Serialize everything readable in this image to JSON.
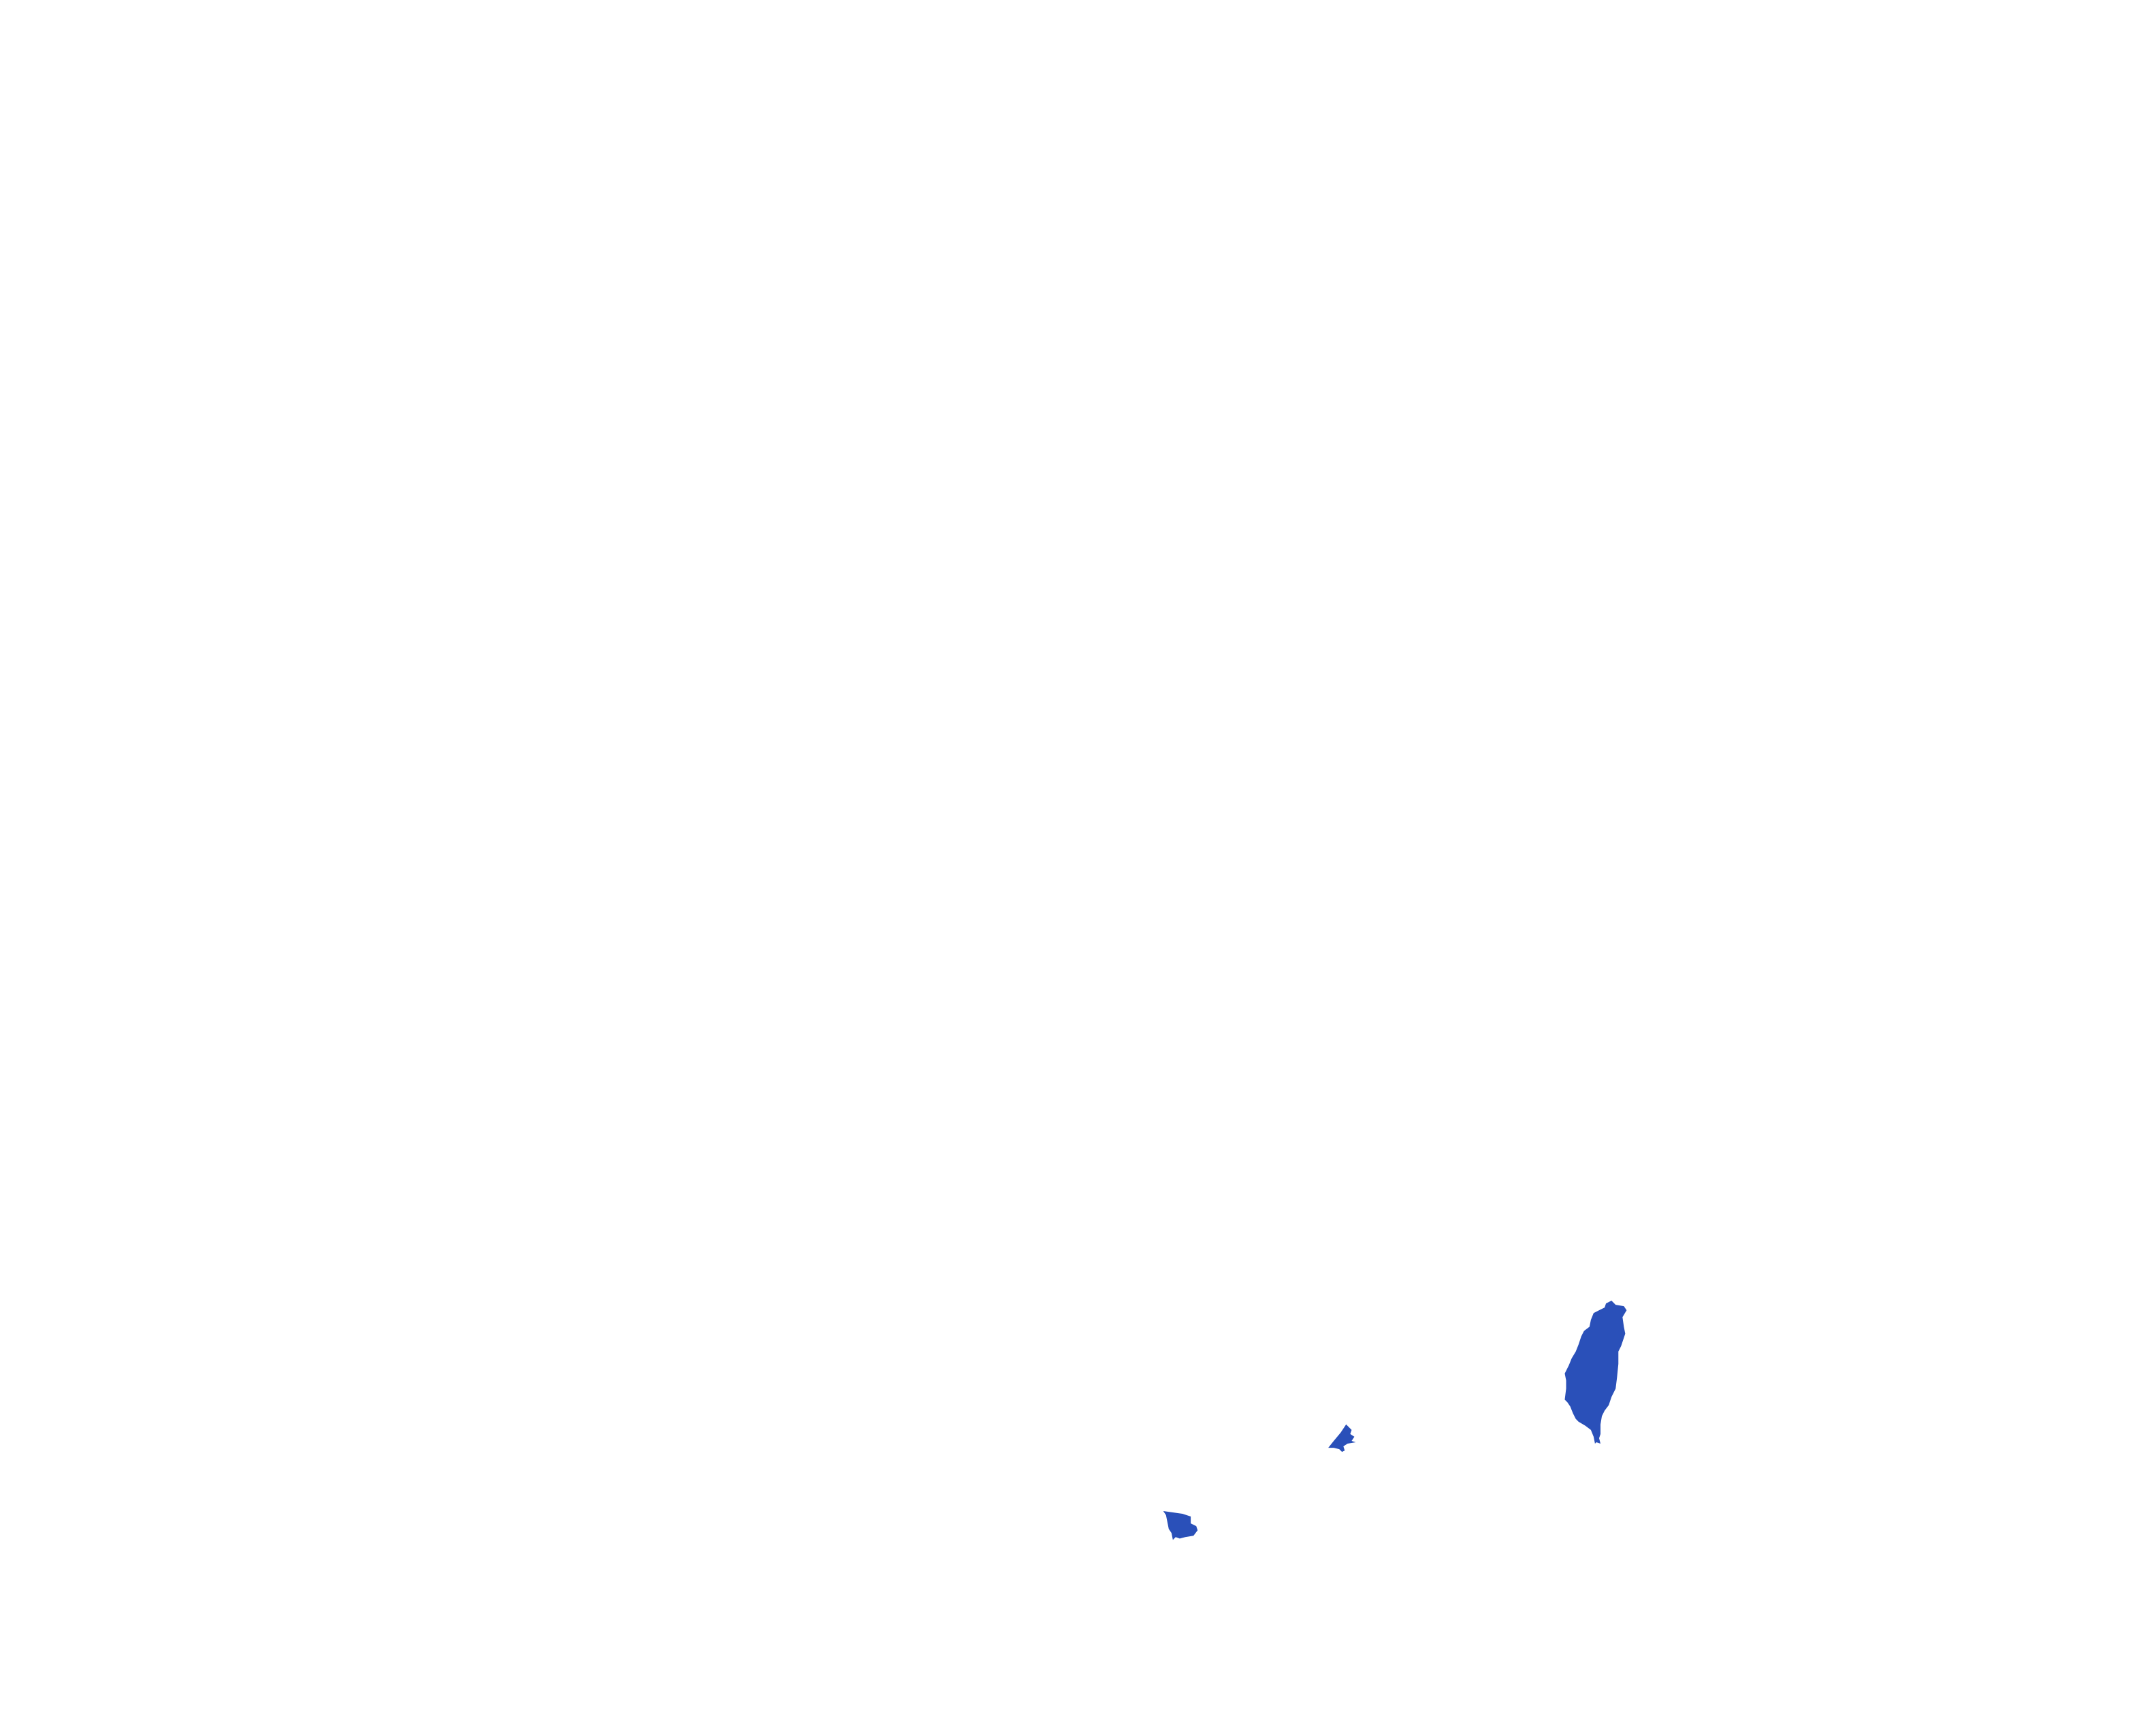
{
  "map": {
    "background_color": "#ffffff",
    "fill_color": "#2a50b9",
    "regions": [
      {
        "id": "region-east-island"
      },
      {
        "id": "region-middle-small"
      },
      {
        "id": "region-southwest-small"
      }
    ]
  }
}
